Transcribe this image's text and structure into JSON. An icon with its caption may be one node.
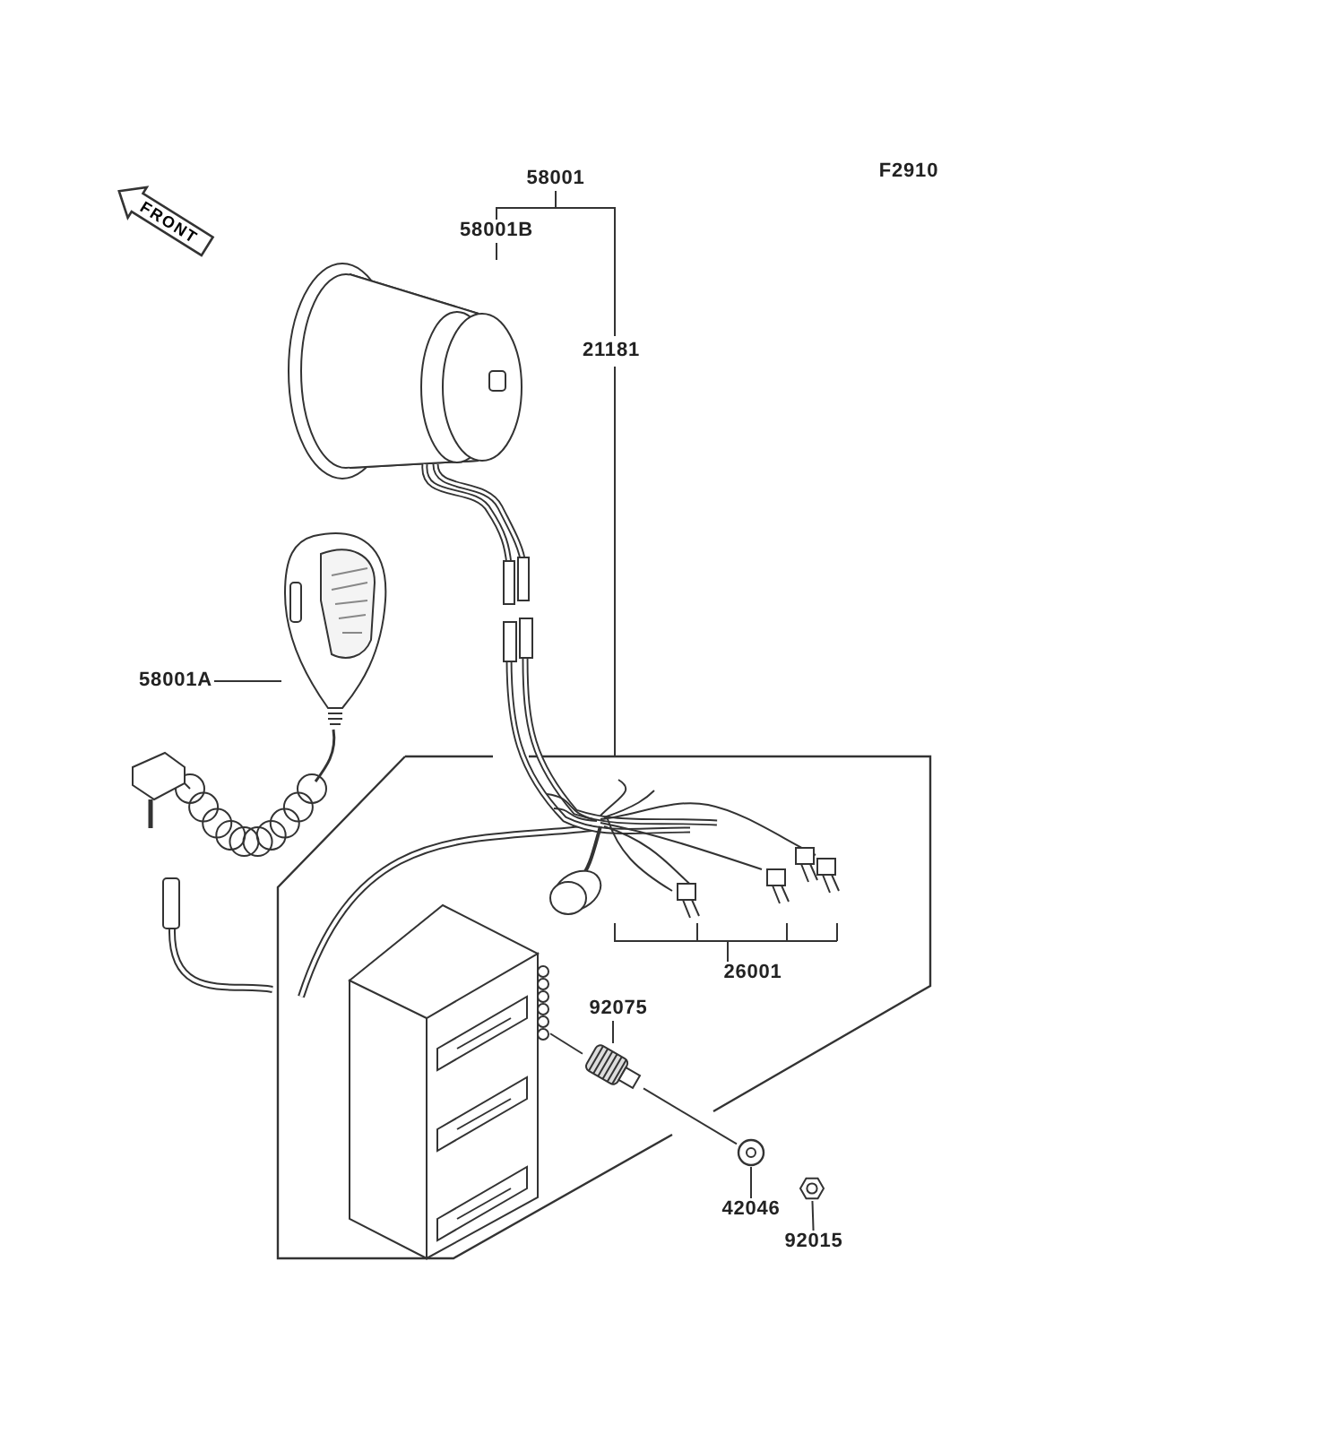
{
  "diagram": {
    "nodes": [
      {
        "text": [
          "FRONT"
        ]
      },
      {
        "text": [
          "58001"
        ]
      },
      {
        "text": [
          "58001B"
        ]
      },
      {
        "text": [],
        "shape": "picture"
      },
      {
        "text": [
          "58001A"
        ]
      },
      {
        "text": [],
        "shape": "picture"
      },
      {
        "text": [],
        "shape": "box"
      },
      {
        "text": [],
        "shape": "picture"
      },
      {
        "text": [
          "26001"
        ],
        "in": 6
      },
      {
        "text": [
          "92075"
        ],
        "in": 6
      },
      {
        "text": [],
        "shape": "picture",
        "in": 6
      },
      {
        "text": [],
        "shape": "picture",
        "in": 6
      },
      {
        "text": [
          "42046"
        ],
        "in": 6
      },
      {
        "text": [],
        "shape": "picture",
        "in": 6
      },
      {
        "text": [
          "92015"
        ],
        "in": 6
      },
      {
        "text": [],
        "shape": "picture",
        "in": 6
      }
    ],
    "edges": [
      {
        "from": 1,
        "to": 2,
        "arrow": "none"
      },
      {
        "from": 1,
        "to": 6,
        "arrow": "none"
      },
      {
        "from": 2,
        "to": 3,
        "arrow": "none"
      },
      {
        "from": 4,
        "to": 5,
        "arrow": "none"
      },
      {
        "from": 8,
        "to": 7,
        "arrow": "none"
      },
      {
        "from": 9,
        "to": 10,
        "arrow": "none"
      },
      {
        "from": 12,
        "to": 11,
        "arrow": "none"
      },
      {
        "from": 14,
        "to": 13,
        "arrow": "none"
      },
      {
        "from": 15,
        "to": 10,
        "arrow": "none"
      },
      {
        "from": 10,
        "to": 11,
        "arrow": "none"
      }
    ],
    "labels": [
      "F2910",
      "21181"
    ]
  }
}
